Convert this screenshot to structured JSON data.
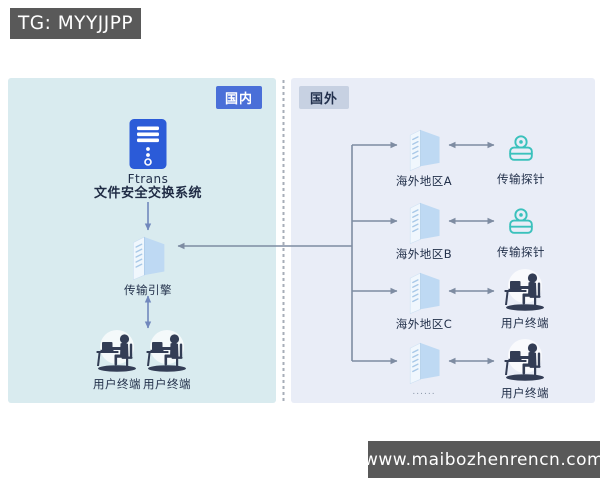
{
  "watermarks": {
    "telegram": "TG: MYYJJPP",
    "website": "www.maibozhenrencn.com"
  },
  "palette": {
    "badge_bg": "#595959",
    "domestic_panel_bg": "#d9ebef",
    "overseas_panel_bg": "#e9edf7",
    "domestic_badge_bg": "#4a6fd8",
    "overseas_badge_bg": "#c7d1e2",
    "mainframe_blue": "#2b5bd8",
    "server_side_blue": "#bed9f3",
    "server_face_white": "#f0f7fd",
    "probe_teal": "#3ac1bc",
    "person_navy": "#333d55",
    "line_gray": "#7e8ca2",
    "arrow_blue": "#7188bd",
    "label_text": "#22304a"
  },
  "domestic": {
    "region_label": "国内",
    "system": {
      "name": "Ftrans",
      "subtitle": "文件安全交换系统"
    },
    "engine": {
      "label": "传输引擎"
    },
    "terminals": [
      {
        "label": "用户终端"
      },
      {
        "label": "用户终端"
      }
    ]
  },
  "overseas": {
    "region_label": "国外",
    "rows": [
      {
        "server_label": "海外地区A",
        "endpoint_label": "传输探针",
        "endpoint_type": "probe"
      },
      {
        "server_label": "海外地区B",
        "endpoint_label": "传输探针",
        "endpoint_type": "probe"
      },
      {
        "server_label": "海外地区C",
        "endpoint_label": "用户终端",
        "endpoint_type": "terminal"
      },
      {
        "server_label": "......",
        "endpoint_label": "用户终端",
        "endpoint_type": "terminal"
      }
    ]
  }
}
